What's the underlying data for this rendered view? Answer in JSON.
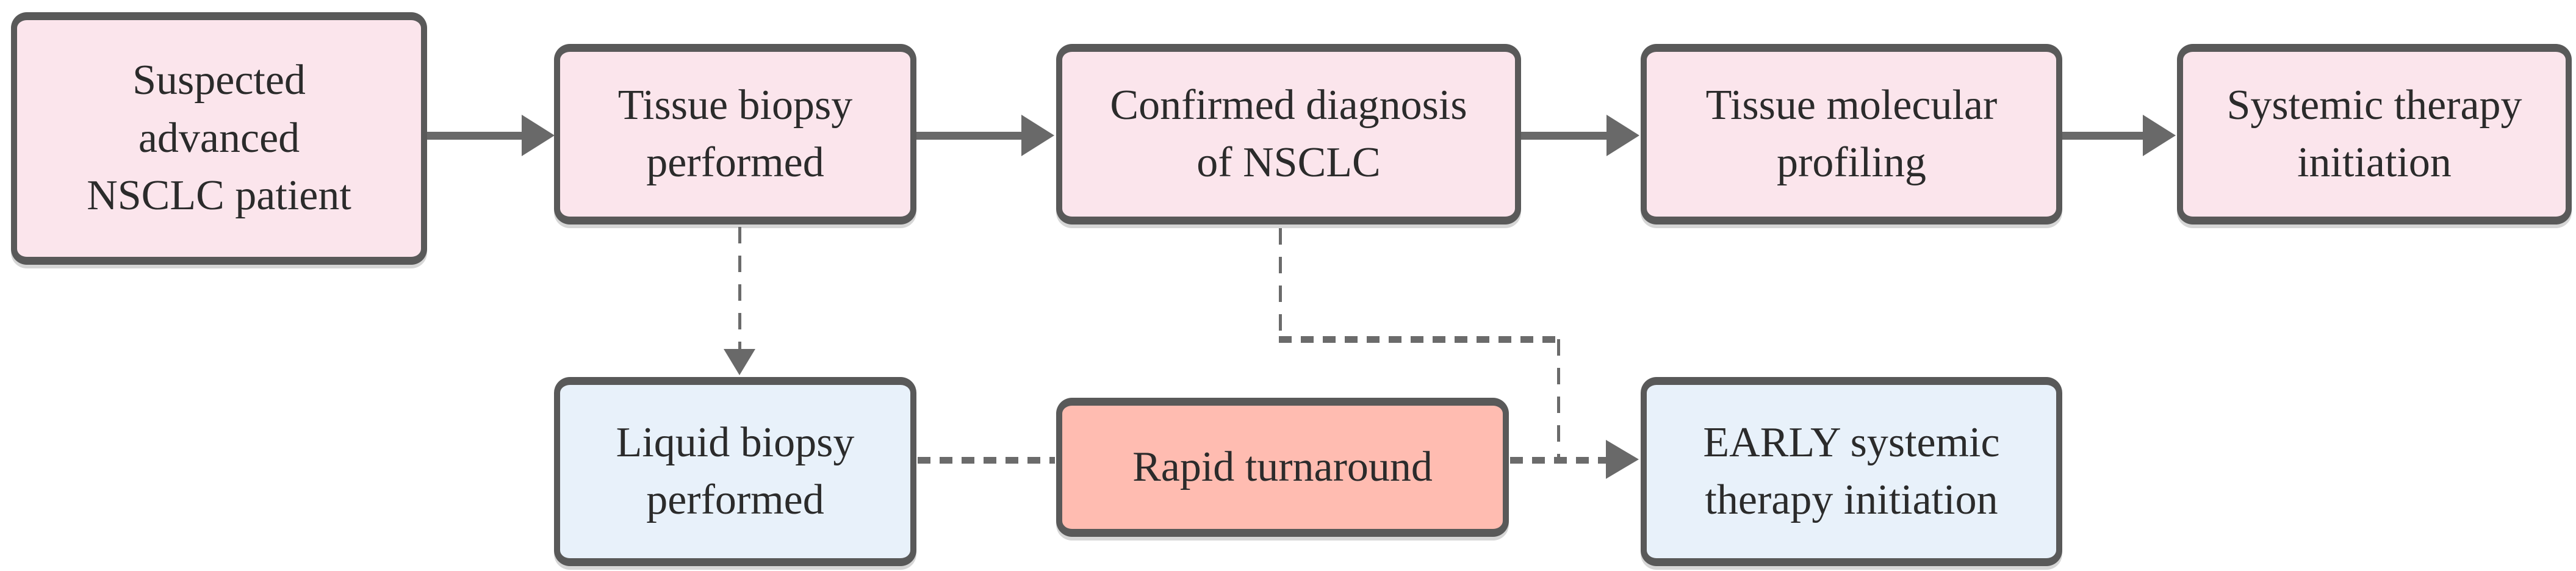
{
  "canvas": {
    "background": "#ffffff"
  },
  "colors": {
    "node_pink_fill": "#fbe5ec",
    "node_blue_fill": "#e8f1fa",
    "node_salmon_fill": "#ffbcb1",
    "node_border_gray": "#595959",
    "arrow_gray": "#696969",
    "text": "#2b2b2b"
  },
  "nodes": {
    "suspected": {
      "label": "Suspected advanced NSCLC patient",
      "lines": [
        "Suspected",
        "advanced",
        "NSCLC patient"
      ]
    },
    "tissue_biopsy": {
      "label": "Tissue biopsy performed",
      "lines": [
        "Tissue biopsy",
        "performed"
      ]
    },
    "confirmed": {
      "label": "Confirmed diagnosis of NSCLC",
      "lines": [
        "Confirmed diagnosis",
        "of NSCLC"
      ]
    },
    "profiling": {
      "label": "Tissue molecular profiling",
      "lines": [
        "Tissue molecular",
        "profiling"
      ]
    },
    "systemic": {
      "label": "Systemic therapy initiation",
      "lines": [
        "Systemic therapy",
        "initiation"
      ]
    },
    "liquid": {
      "label": "Liquid biopsy performed",
      "lines": [
        "Liquid biopsy",
        "performed"
      ]
    },
    "rapid": {
      "label": "Rapid turnaround",
      "lines": [
        "Rapid turnaround"
      ]
    },
    "early": {
      "label": "EARLY systemic therapy initiation",
      "lines": [
        "EARLY systemic",
        "therapy initiation"
      ]
    }
  },
  "edges": [
    {
      "from": "suspected",
      "to": "tissue_biopsy",
      "style": "solid-arrow"
    },
    {
      "from": "tissue_biopsy",
      "to": "confirmed",
      "style": "solid-arrow"
    },
    {
      "from": "confirmed",
      "to": "profiling",
      "style": "solid-arrow"
    },
    {
      "from": "profiling",
      "to": "systemic",
      "style": "solid-arrow"
    },
    {
      "from": "tissue_biopsy",
      "to": "liquid",
      "style": "dashed-arrow"
    },
    {
      "from": "liquid",
      "to": "rapid",
      "style": "dashed-line"
    },
    {
      "from": "confirmed",
      "to": "early",
      "style": "dashed-elbow"
    },
    {
      "from": "rapid",
      "to": "early",
      "style": "dashed-arrow"
    }
  ]
}
